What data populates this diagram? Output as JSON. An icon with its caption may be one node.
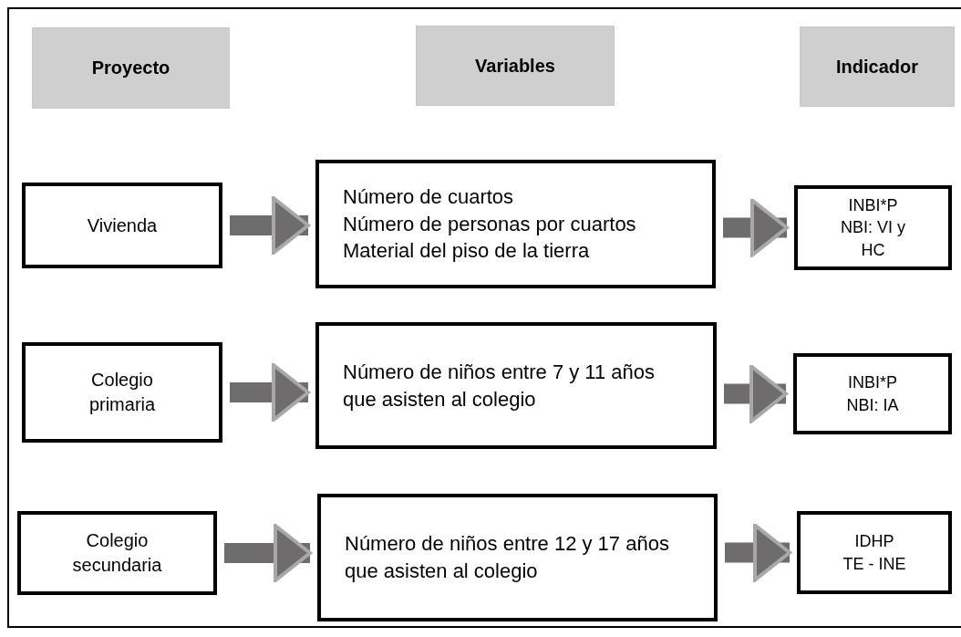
{
  "diagram": {
    "nodes": [
      {
        "text": [
          "Proyecto"
        ]
      },
      {
        "text": [
          "Variables"
        ]
      },
      {
        "text": [
          "Indicador"
        ]
      },
      {
        "text": [
          "Vivienda"
        ]
      },
      {
        "text": [
          "Número de cuartos",
          "Número de personas por cuartos",
          "Material del piso de la tierra"
        ]
      },
      {
        "text": [
          "INBI*P",
          "NBI: VI y HC"
        ]
      },
      {
        "text": [
          "Colegio primaria"
        ]
      },
      {
        "text": [
          "Número de niños entre 7 y 11 años que asisten al colegio"
        ]
      },
      {
        "text": [
          "INBI*P",
          "NBI: IA"
        ]
      },
      {
        "text": [
          "Colegio secundaria"
        ]
      },
      {
        "text": [
          "Número de niños entre 12 y 17 años que asisten al colegio"
        ]
      },
      {
        "text": [
          "IDHP",
          "TE - INE"
        ]
      }
    ],
    "edges": [
      {
        "from": 3,
        "to": 4,
        "arrow": "to"
      },
      {
        "from": 4,
        "to": 5,
        "arrow": "to"
      },
      {
        "from": 6,
        "to": 7,
        "arrow": "to"
      },
      {
        "from": 7,
        "to": 8,
        "arrow": "to"
      },
      {
        "from": 9,
        "to": 10,
        "arrow": "to"
      },
      {
        "from": 10,
        "to": 11,
        "arrow": "to"
      }
    ]
  }
}
